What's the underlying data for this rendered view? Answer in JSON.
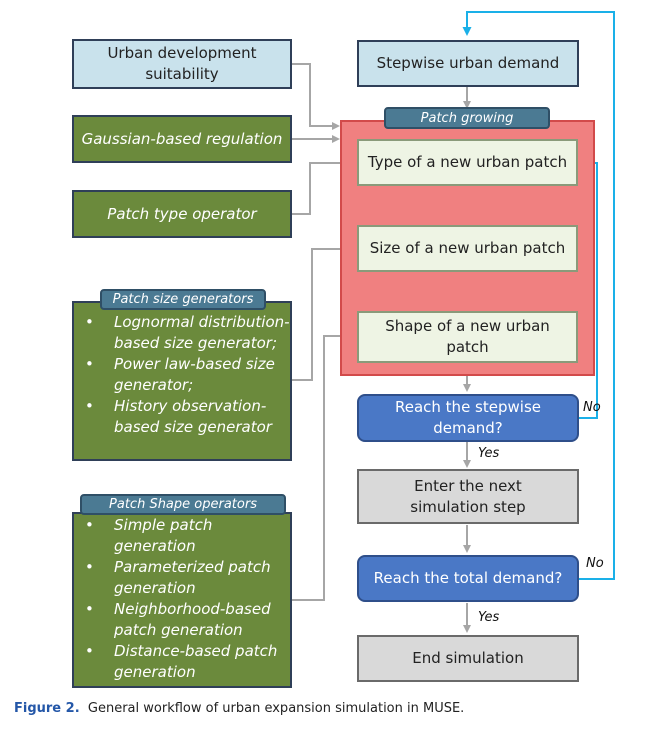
{
  "inputs": {
    "urban_suitability": "Urban development suitability",
    "gaussian": "Gaussian-based regulation",
    "patch_type_operator": "Patch type operator"
  },
  "size_generators": {
    "title": "Patch size generators",
    "items": [
      "Lognormal distribution-based size generator;",
      "Power law-based size generator;",
      "History observation-based size generator"
    ]
  },
  "shape_operators": {
    "title": "Patch Shape operators",
    "items": [
      "Simple patch generation",
      "Parameterized patch generation",
      "Neighborhood-based patch generation",
      "Distance-based patch generation"
    ]
  },
  "flow": {
    "stepwise_demand": "Stepwise urban demand",
    "patch_growing": "Patch growing",
    "type_patch": "Type of a new urban patch",
    "size_patch": "Size of a new urban patch",
    "shape_patch": "Shape of a new urban patch",
    "reach_stepwise": "Reach the stepwise demand?",
    "next_step": "Enter the next simulation step",
    "reach_total": "Reach the total demand?",
    "end": "End simulation",
    "yes1": "Yes",
    "no1": "No",
    "yes2": "Yes",
    "no2": "No"
  },
  "caption": {
    "label": "Figure 2.",
    "text": "General workflow of urban expansion simulation in MUSE."
  },
  "colors": {
    "input_fill": "#c9e2ec",
    "operator_fill": "#6b8a3c",
    "growing_fill": "#f08080",
    "decision_fill": "#4a78c6",
    "feedback_line": "#1ab0e8"
  }
}
